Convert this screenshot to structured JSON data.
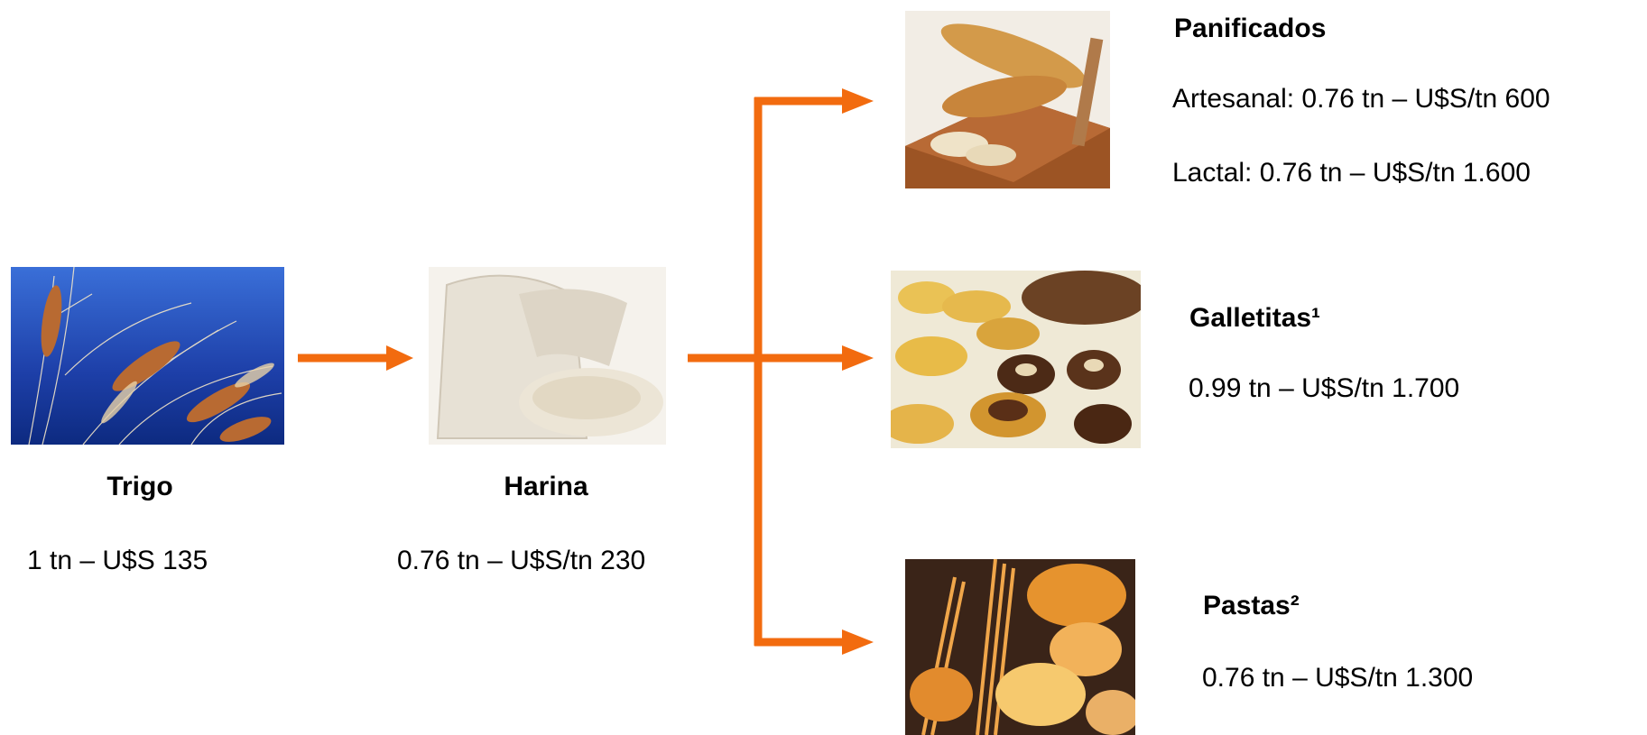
{
  "colors": {
    "arrow": "#F26B0F"
  },
  "trigo": {
    "title": "Trigo",
    "detail": "1 tn – U$S 135",
    "image_icon": "wheat-photo"
  },
  "harina": {
    "title": "Harina",
    "detail": "0.76 tn – U$S/tn 230",
    "image_icon": "flour-photo"
  },
  "panificados": {
    "title": "Panificados",
    "line1": "Artesanal: 0.76 tn – U$S/tn 600",
    "line2": "Lactal: 0.76 tn – U$S/tn 1.600",
    "image_icon": "bread-photo"
  },
  "galletitas": {
    "title": "Galletitas¹",
    "detail": "0.99 tn – U$S/tn 1.700",
    "image_icon": "cookies-photo"
  },
  "pastas": {
    "title": "Pastas²",
    "detail": "0.76 tn – U$S/tn 1.300",
    "image_icon": "pasta-photo"
  }
}
